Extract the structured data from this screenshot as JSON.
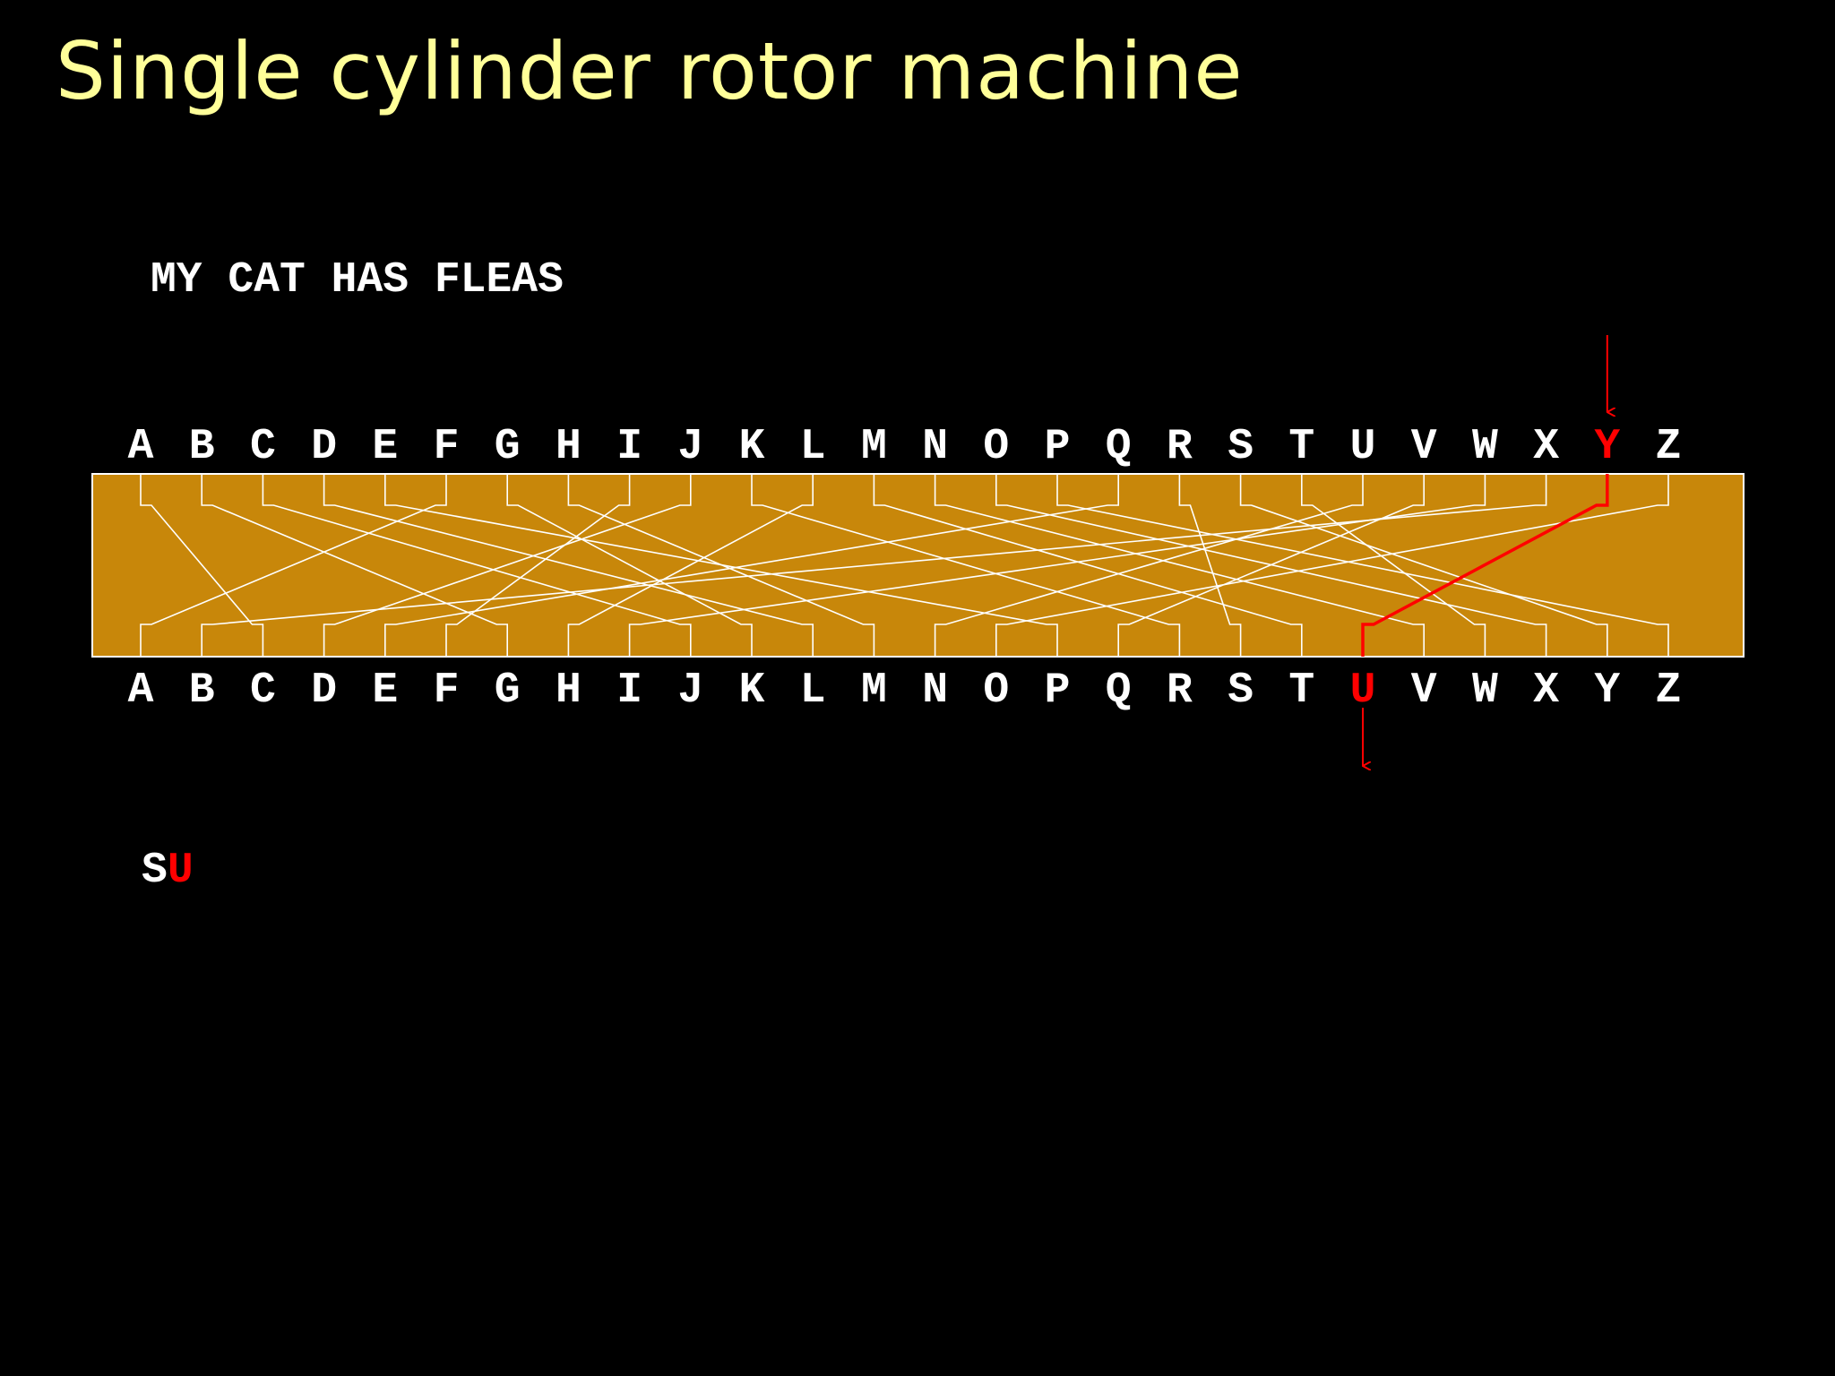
{
  "title": "Single cylinder rotor machine",
  "plaintext": "MY CAT HAS FLEAS",
  "ciphertext": [
    {
      "char": "S",
      "highlight": false
    },
    {
      "char": "U",
      "highlight": true
    }
  ],
  "alphabet": [
    "A",
    "B",
    "C",
    "D",
    "E",
    "F",
    "G",
    "H",
    "I",
    "J",
    "K",
    "L",
    "M",
    "N",
    "O",
    "P",
    "Q",
    "R",
    "S",
    "T",
    "U",
    "V",
    "W",
    "X",
    "Y",
    "Z"
  ],
  "wiring": {
    "A": "C",
    "B": "G",
    "C": "J",
    "D": "L",
    "E": "P",
    "F": "A",
    "G": "K",
    "H": "M",
    "I": "F",
    "J": "D",
    "K": "R",
    "L": "H",
    "M": "T",
    "N": "V",
    "O": "X",
    "P": "Z",
    "Q": "E",
    "R": "S",
    "S": "Y",
    "T": "W",
    "U": "N",
    "V": "Q",
    "W": "I",
    "X": "B",
    "Y": "U",
    "Z": "O"
  },
  "active_input": "Y",
  "active_output": "U",
  "colors": {
    "background": "#000000",
    "title": "#ffff99",
    "text": "#ffffff",
    "highlight": "#ff0000",
    "rotor_fill": "#c8870a",
    "wire": "#ffffff"
  }
}
